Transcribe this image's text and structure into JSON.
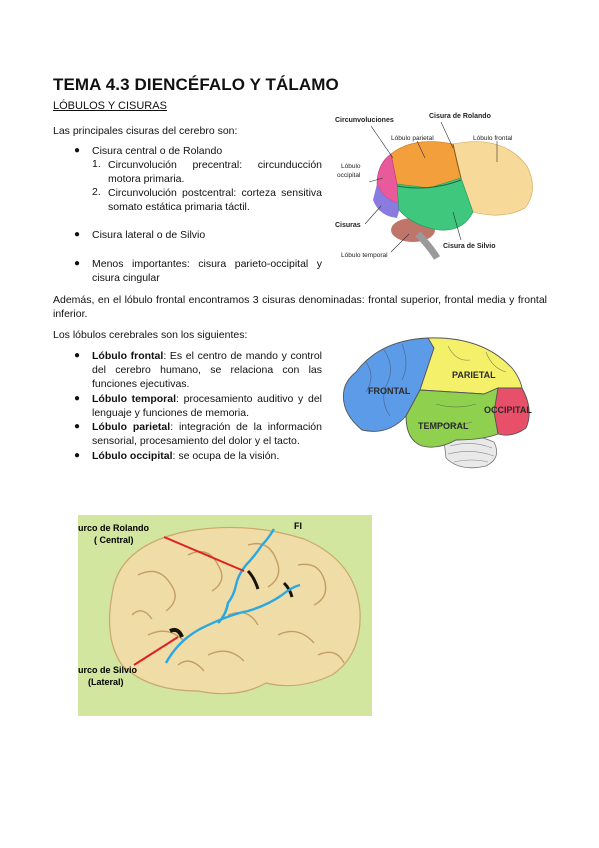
{
  "doc": {
    "title": "TEMA 4.3 DIENCÉFALO Y TÁLAMO",
    "section": "LÓBULOS Y CISURAS",
    "intro": "Las principales cisuras del cerebro son:",
    "cisuras": [
      {
        "text": "Cisura central o de Rolando",
        "sub": [
          {
            "num": "1.",
            "text": "Circunvolución precentral: circunducción motora primaria."
          },
          {
            "num": "2.",
            "text": "Circunvolución postcentral: corteza sensitiva somato estática primaria táctil."
          }
        ]
      },
      {
        "text": "Cisura lateral o de Silvio"
      },
      {
        "text": "Menos importantes: cisura parieto-occipital y cisura cingular"
      }
    ],
    "frontal_para": "Además, en el lóbulo frontal encontramos 3 cisuras denominadas: frontal superior, frontal media y frontal inferior.",
    "lobulos_intro": "Los lóbulos cerebrales son los siguientes:",
    "lobulos": [
      {
        "name": "Lóbulo frontal",
        "desc": ": Es el centro de mando y control del cerebro humano, se relaciona con las funciones ejecutivas."
      },
      {
        "name": "Lóbulo temporal",
        "desc": ": procesamiento auditivo y del lenguaje y funciones de memoria."
      },
      {
        "name": "Lóbulo parietal",
        "desc": ": integración de la información sensorial, procesamiento del dolor y el tacto."
      },
      {
        "name": "Lóbulo occipital",
        "desc": ": se ocupa de la visión."
      }
    ]
  },
  "fig1": {
    "labels": {
      "circunvoluciones": "Circunvoluciones",
      "cisura_rolando": "Cisura de Rolando",
      "lobulo_parietal": "Lóbulo parietal",
      "lobulo_frontal": "Lóbulo frontal",
      "lobulo_occipital_1": "Lóbulo",
      "lobulo_occipital_2": "occipital",
      "cisuras": "Cisuras",
      "cisura_silvio": "Cisura de Silvio",
      "lobulo_temporal": "Lóbulo temporal"
    }
  },
  "fig2": {
    "labels": {
      "frontal": "FRONTAL",
      "parietal": "PARIETAL",
      "occipital": "OCCIPITAL",
      "temporal": "TEMPORAL"
    }
  },
  "fig3": {
    "labels": {
      "rolando_1": "Surco de Rolando",
      "rolando_2": "( Central)",
      "fl": "Fl",
      "silvio_1": "Surco de Silvio",
      "silvio_2": "(Lateral)"
    }
  },
  "colors": {
    "frontal": "#f7d99a",
    "parietal": "#f3a03c",
    "occipital": "#e85a9a",
    "temporal": "#3fc77e",
    "blue_lobe": "#5b9be8",
    "yellow_lobe": "#f5f06a",
    "green_lobe": "#8fd14f",
    "red_lobe": "#e8506a",
    "photo_bg": "#d2e6a0",
    "brain_tan": "#f0dca6"
  }
}
